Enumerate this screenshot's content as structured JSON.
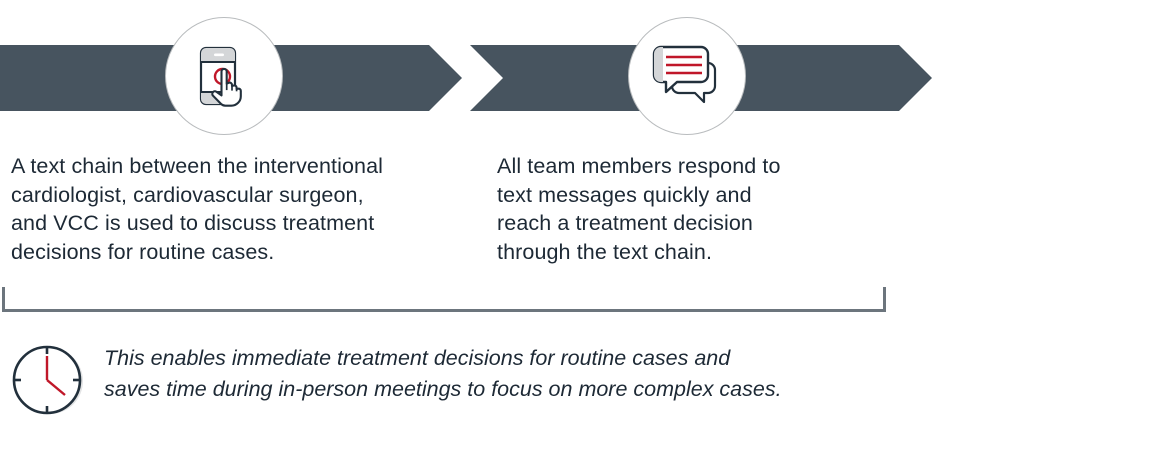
{
  "palette": {
    "arrow_fill": "#47545f",
    "circle_border": "#b9bcbe",
    "text_dark": "#1d2935",
    "accent_red": "#c01729",
    "rule_gray": "#6c757d",
    "icon_outline": "#22303c",
    "icon_gray_fill": "#d4d6d8"
  },
  "process": {
    "steps": [
      {
        "index": 1,
        "icon": "smartphone-tap-icon",
        "body": "A text chain between the interventional\ncardiologist, cardiovascular surgeon,\nand VCC is used to discuss treatment\ndecisions for routine cases."
      },
      {
        "index": 2,
        "icon": "chat-bubbles-icon",
        "body": "All team members respond to\ntext messages quickly and\nreach a treatment decision\nthrough the text chain."
      }
    ]
  },
  "footer": {
    "icon": "clock-icon",
    "note": "This enables immediate treatment decisions for routine cases and\nsaves time during in-person meetings to focus on more complex cases."
  }
}
